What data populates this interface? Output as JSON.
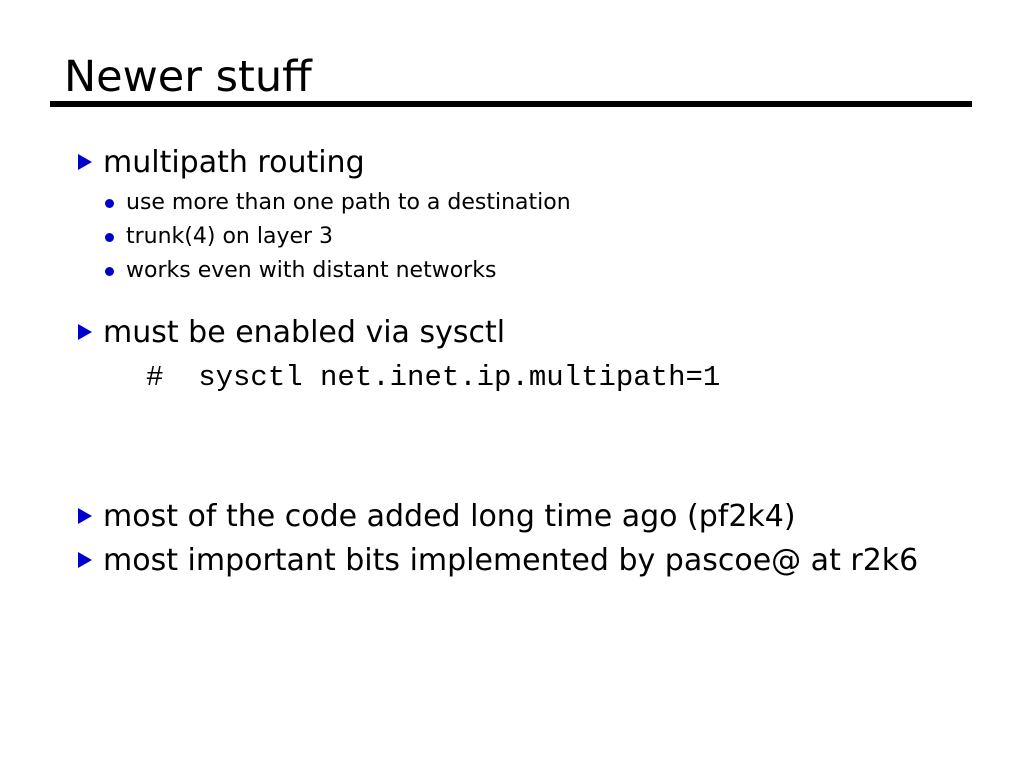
{
  "slide": {
    "title": "Newer stuff",
    "accent_color": "#0000CC",
    "text_color": "#000000",
    "background_color": "#FFFFFF",
    "blocks": [
      {
        "bullet": "multipath routing",
        "sub_bullets": [
          "use more than one path to a destination",
          "trunk(4) on layer 3",
          "works even with distant networks"
        ]
      },
      {
        "bullet": "must be enabled via sysctl",
        "code": "#  sysctl net.inet.ip.multipath=1"
      },
      {
        "bullet": "most of the code added long time ago (pf2k4)"
      },
      {
        "bullet": "most important bits implemented by pascoe@ at r2k6"
      }
    ]
  }
}
